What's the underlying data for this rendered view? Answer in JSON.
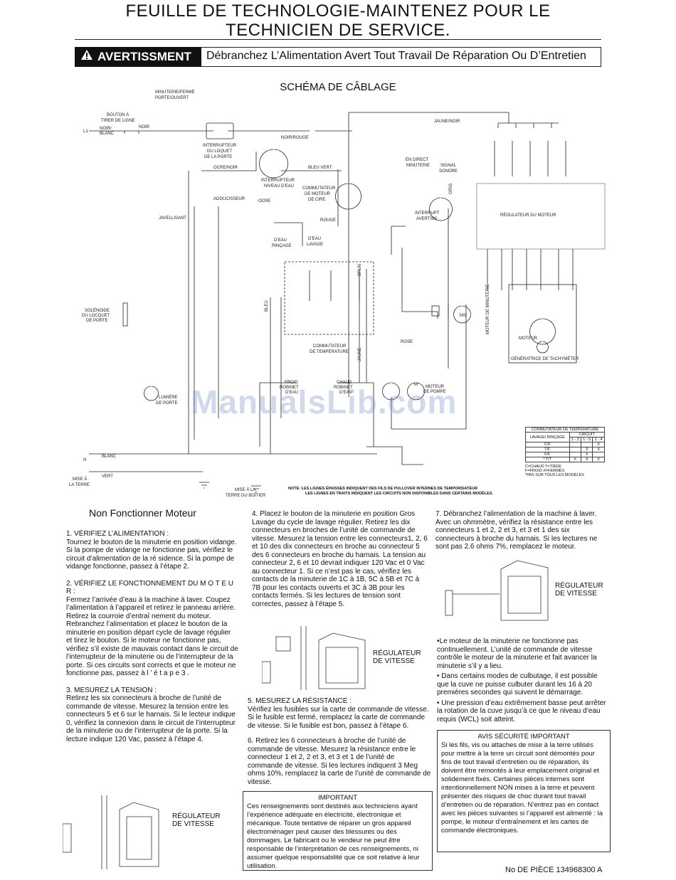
{
  "header": {
    "title_line1": "FEUILLE DE TECHNOLOGIE-MAINTENEZ POUR LE",
    "title_line2": "TECHNICIEN DE SERVICE.",
    "warning_label": "AVERTISSMENT",
    "warning_text": "Débranchez L’Alimentation Avert Tout Travail De Réparation Ou D’Entretien"
  },
  "schematic": {
    "title": "SCHÉMA DE CÂBLAGE",
    "watermark": "ManualsLib.com",
    "labels": {
      "minuterie": "MINUTERIE/FERMÉ",
      "porte_ouvert": "PORTE/OUVERT",
      "bouton": "BOUTON À",
      "tirer": "TIRER DE LIGNE",
      "l1": "L1",
      "noir_blanc": "NOIR/",
      "blanc": "BLANC",
      "noir": "NOIR",
      "int_loquet1": "INTERRUPTEUR",
      "int_loquet2": "DU LOQUET",
      "int_loquet3": "DE LA PORTE",
      "noir_rouge": "NOIR/ROUGE",
      "jaune_noir": "JAUNE/NOIR",
      "ocre_noir": "OCRE/NOIR",
      "bleu_vert": "BLEU  VERT",
      "int_niveau1": "INTERRUPTEUR",
      "int_niveau2": "NIVEAU D’EAU",
      "comm_cire1": "COMMUTATEUR",
      "comm_cire2": "DE MOTEUR",
      "comm_cire3": "DE CIRE",
      "en_direct1": "EN DIRECT",
      "en_direct2": "MINUTERIE",
      "signal1": "SIGNAL",
      "signal2": "SONORE",
      "adoucisseur": "ADOUCISSEUR",
      "ocre": "OCRE",
      "javellisant": "JAVELLISANT",
      "rouge": "ROUGE",
      "interrupt1": "INTERRUPT",
      "interrupt2": "AVERTISS",
      "deau_rincage": "D’EAU",
      "rincage": "RINÇAGE",
      "deau_lavage": "D’EAU",
      "lavage": "LAVAGE",
      "solenoide1": "SOLÉNOIDE",
      "solenoide2": "DU LOCQUET",
      "solenoide3": "DE PORTE",
      "comm_temp1": "COMMUTATEUR",
      "comm_temp2": "DE TEMPÉRATURE",
      "rose": "ROSE",
      "moteur_minuterie": "MOTEUR DE MINUTERIE",
      "lumiere1": "LUMIÈRE",
      "lumiere2": "DE PORTE",
      "froid1": "FROID",
      "froid2": "ROBINET",
      "froid3": "D’EAU",
      "chaud1": "CHAUD",
      "chaud2": "ROBINET",
      "chaud3": "D’EAU",
      "moteur_pompe1": "MOTEUR",
      "moteur_pompe2": "DE POMPE",
      "regulateur": "RÉGULATEUR DU MOTEUR",
      "moteur": "MOTEUR",
      "tachy": "GÉNÉRATRICE DE TACHYMÈTER",
      "n": "N",
      "mise_terre1": "MISE À",
      "mise_terre2": "LA TERRE",
      "mise_boitier1": "MISE À LA",
      "mise_boitier2": "TERRE DU BOÎTIER",
      "vert": "VERT",
      "blanc_low": "BLANC",
      "bleu": "BLEU",
      "brun": "BRUN",
      "jaune": "JAUNE",
      "orig": "ORIG",
      "ms": "MS",
      "m": "M"
    },
    "note_line1": "NOTE: LES LIGNES ÉPAISSES INDIQUENT DES FILS DE PULLOVER INTERNES DE TEMPORISATEUR",
    "note_line2": "LES LIGNES EN TRAITS INDIQUENT LES CIRCUITS NON DISPONIBLES DANS CERTAINS MODÈLES."
  },
  "temp_table": {
    "title": "COMMUTATEUR DE TEMPÉRATURE",
    "circuit": "CIRCUIT",
    "col_head": "LAVAGE/ RINÇAGE",
    "c1": "1 - 3",
    "c2": "1 - 5",
    "c3": "2 - 4",
    "rows": [
      {
        "label": "C/F",
        "a": "",
        "b": "",
        "c": "X"
      },
      {
        "label": "T/F",
        "a": "",
        "b": "X",
        "c": "X"
      },
      {
        "label": "F/F",
        "a": "",
        "b": "X",
        "c": ""
      },
      {
        "label": "* T/T",
        "a": "X",
        "b": "X",
        "c": "X"
      }
    ],
    "legend1": "C=CHAUD  T=TIÈDE",
    "legend2": "F=FROID  X=FERMÉS",
    "legend3": "*PAS SUR TOUS LES MODÈLES"
  },
  "col1": {
    "heading": "Non Fonctionner Moteur",
    "s1_title": "1. VÉRIFIEZ L’ALIMENTATION :",
    "s1_body": "Tournez le bouton de la minuterie en position vidange.  Si la pompe de vidange ne fonctionne pas, vérifiez le circuit d’alimentation de la ré sidence.  Si la pompe de vidange fonctionne, passez à l’étape 2.",
    "s2_title": "2. VÉRIFIEZ LE FONCTIONNEMENT DU M O T E U R :",
    "s2_body": "Fermez l’arrivée d’eau à la machine à laver. Coupez l’alimentation à l’appareil et retirez le panneau arrière.  Retirez la courroie d’entraî nement du moteur.  Rebranchez l’alimentation et placez le bouton de la minuterie en position départ cycle de lavage régulier et tirez le bouton. Si le moteur ne fonctionne pas, vérifiez s’il existe de mauvais contact dans le circuit de l’interrupteur de la minuterie ou de l’interrupteur de la porte.  Si ces circuits sont corrects et que le moteur ne fonctionne pas, passez à l ’ é t a p e  3 .",
    "s3_title": "3. MESUREZ LA TENSION :",
    "s3_body": "Retirez les six connecteurs à broche de l’unité de commande de vitesse. Mesurez la tension entre les connecteurs 5 et 6 sur le harnais.  Si le lecteur indique 0, vérifiez la connexion dans le circuit de l’interrupteur de la minuterie ou de l’interrupteur de la porte.  Si la lecture indique 120 Vac, passez à l’étape 4.",
    "figure_label": "RÉGULATEUR DE VITESSE"
  },
  "col2": {
    "s4_body": "4. Placez le bouton de la minuterie en position Gros Lavage du cycle de lavage régulier. Retirez les dix connecteurs en broches de l’unité de commande de vitesse.  Mesurez la tension entre les connecteurs1, 2, 6 et 10 des dix connecteurs en broche au connecteur 5 des 6 connecteurs en broche du harnais.  La tension au connecteur 2, 6 et 10 devrait indiquer 120 Vac et 0 Vac au connecteur 1.  Si ce n’est pas le cas, vérifiez les contacts de la minuterie de 1C à 1B, 5C à 5B et 7C à 7B pour les contacts ouverts et 3C à 3B pour les contacts fermés. Si les lectures de tension sont correctes, passez à l’étape 5.",
    "figure_label": "RÉGULATEUR DE VITESSE",
    "s5_title": "5. MESUREZ LA RÉSISTANCE :",
    "s5_body": "Vérifiez les fusibles sur la carte de commande de vitesse.  Si le fusible est fermé, remplacez la carte de commande de vitesse.  Si le fusible est bon, passez à l’étape 6.",
    "s6_body": "6. Retirez les 6 connecteurs à broche de l’unité de commande de vitesse.  Mesurez la résistance entre le connecteur 1 et 2, 2 et 3, et 3 et 1 de l’unité de commande de vitesse.  Si les lectures indiquent 3 Meg ohms  10%, remplacez la carte de l’unité de commande de vitesse.",
    "important_head": "IMPORTANT",
    "important_body": "Ces renseignements sont destinés aux techniciens ayant l’expérience adéquate en électricité, électronique et mécanique.  Toute tentative de réparer un gros appareil électroménager  peut causer des blessures ou des dommages.  Le fabricant ou le vendeur ne peut être responsable de l’interprétation de ces renseignements, ni assumer quelque responsabilité que ce soit relative à leur utilisation."
  },
  "col3": {
    "s7_body": "7. Débranchez l’alimentation de la machine à laver. Avec un ohmmètre, vérifiez la résistance entre les connecteurs 1 et 2, 2 et 3, et 3 et 1 des six connecteurs à broche du harnais.  Si les lectures ne sont pas 2.6 ohms  7%, remplacez le moteur.",
    "figure_label": "RÉGULATEUR DE VITESSE",
    "bullet1": "•Le moteur de la minuterie ne fonctionne pas continuellement.  L’unité de commande de vitesse contrôle le moteur de la minuterie et fait avancer la minuterie s’il y a lieu.",
    "bullet2": "• Dans certains modes de culbutage, il  est possible que la cuve ne puisse culbuter durant les 16 à 20 premières secondes qui suivent le démarrage.",
    "bullet3": "• Une pression d’eau extrêmement basse peut arrêter la rotation de la cuve jusqu’à ce que le niveau d’eau requis (WCL) soit atteint.",
    "avis_head": "AVIS SÉCURITÉ IMPORTANT",
    "avis_body": "Si les fils, vis ou attaches de mise à la terre utilisés pour mettre à la terre un circuit sont démontés pour fins de tout travail d’entretien ou de réparation, ils doivent être remontés à leur emplacement original et solidement fixés.  Certaines pièces internes sont intentionnellement NON mises à la terre et peuvent présenter des risques de choc durant tout travail d’entretien ou de réparation.  N’entrez pas en contact avec les pièces suivantes si l’appareil est alimenté : la pompe, le moteur d’entraînement et les cartes de commande électroniques."
  },
  "footer": {
    "part_number": "No DE PIÈCE  134968300 A"
  }
}
